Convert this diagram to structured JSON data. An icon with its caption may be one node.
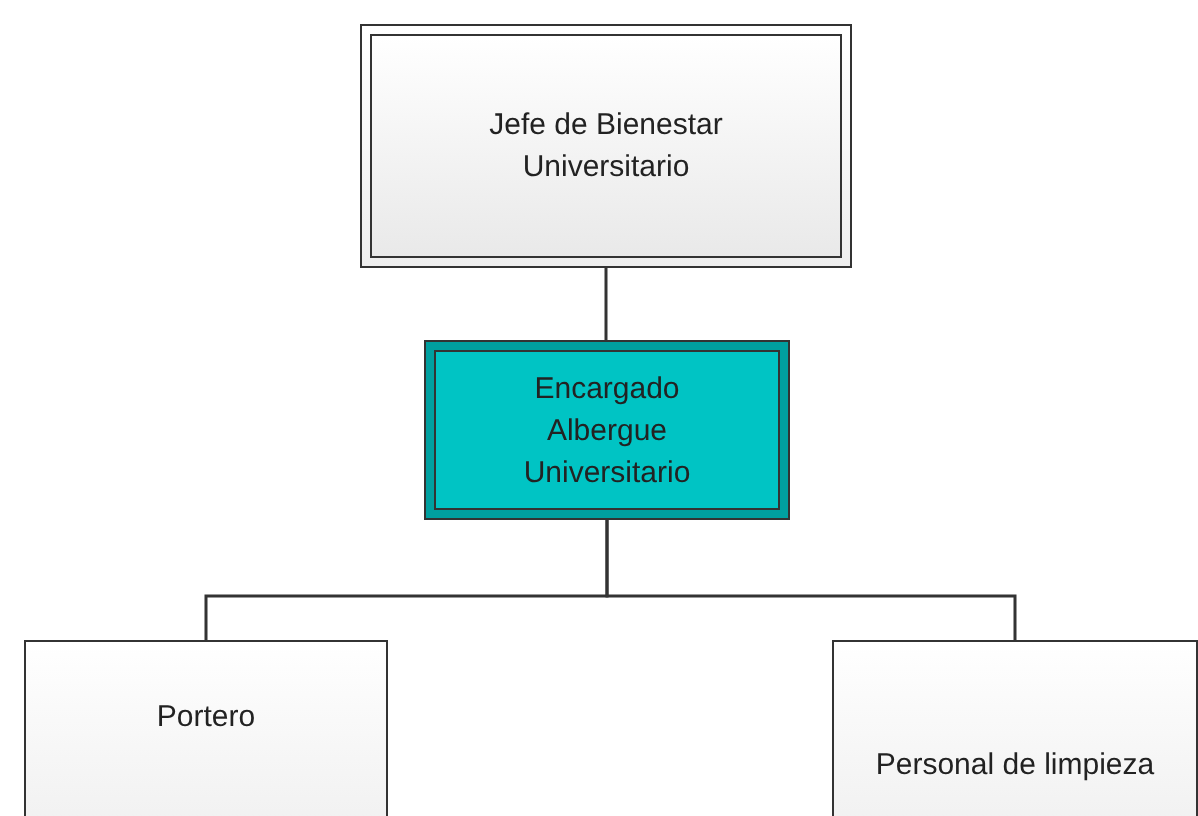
{
  "diagram": {
    "nodes": [
      {
        "text": [
          "Jefe de Bienestar Universitario"
        ]
      },
      {
        "text": [
          "Encargado Albergue Universitario"
        ]
      },
      {
        "text": [
          "Portero"
        ]
      },
      {
        "text": [
          "Personal de limpieza"
        ]
      }
    ],
    "edges": [
      {
        "from": 0,
        "to": 1,
        "arrow": "none"
      },
      {
        "from": 1,
        "to": 2,
        "arrow": "none"
      },
      {
        "from": 1,
        "to": 3,
        "arrow": "none"
      }
    ]
  }
}
